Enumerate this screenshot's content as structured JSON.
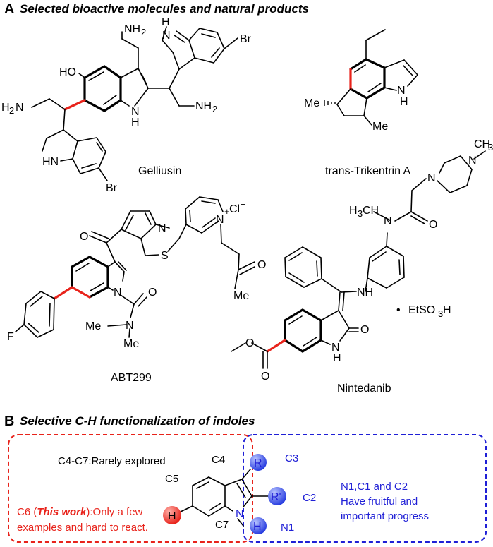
{
  "panel_a": {
    "letter": "A",
    "title": "Selected bioactive molecules and natural products",
    "molecules": [
      {
        "name": "Gelliusin"
      },
      {
        "name": "trans-Trikentrin A"
      },
      {
        "name": "ABT299"
      },
      {
        "name": "Nintedanib"
      }
    ],
    "atoms": {
      "nh2": "NH",
      "two": "2",
      "h2": "H",
      "n_lbl": "N",
      "hn": "HN",
      "nh": "NH",
      "h": "H",
      "ho": "HO",
      "br": "Br",
      "me": "Me",
      "o": "O",
      "s": "S",
      "f": "F",
      "cl": "Cl",
      "plus": "+",
      "minus": "−",
      "three": "3",
      "ch": "CH",
      "dot": "•",
      "etso3h": "EtSO",
      "h_end": "H"
    },
    "colors": {
      "bond": "#000000",
      "highlight": "#e8231b"
    }
  },
  "panel_b": {
    "letter": "B",
    "title": "Selective C-H functionalization of indoles",
    "left_box": {
      "line1": "C4-C7:Rarely explored",
      "c6_prefix": "C6 (",
      "c6_emph": "This work",
      "c6_suffix": "):Only a few",
      "line3": "examples and hard to react.",
      "color": "#e8231b"
    },
    "right_box": {
      "line1": "N1,C1 and C2",
      "line2": "Have fruitful and",
      "line3": "important progress",
      "color": "#1f1fd6"
    },
    "positions": {
      "c3": "C3",
      "c2": "C2",
      "n1": "N1",
      "c4": "C4",
      "c5": "C5",
      "c7": "C7"
    },
    "substituents": {
      "r": "R",
      "r_prime": "R'",
      "h_left": "H",
      "h_n": "H",
      "n": "N"
    }
  }
}
